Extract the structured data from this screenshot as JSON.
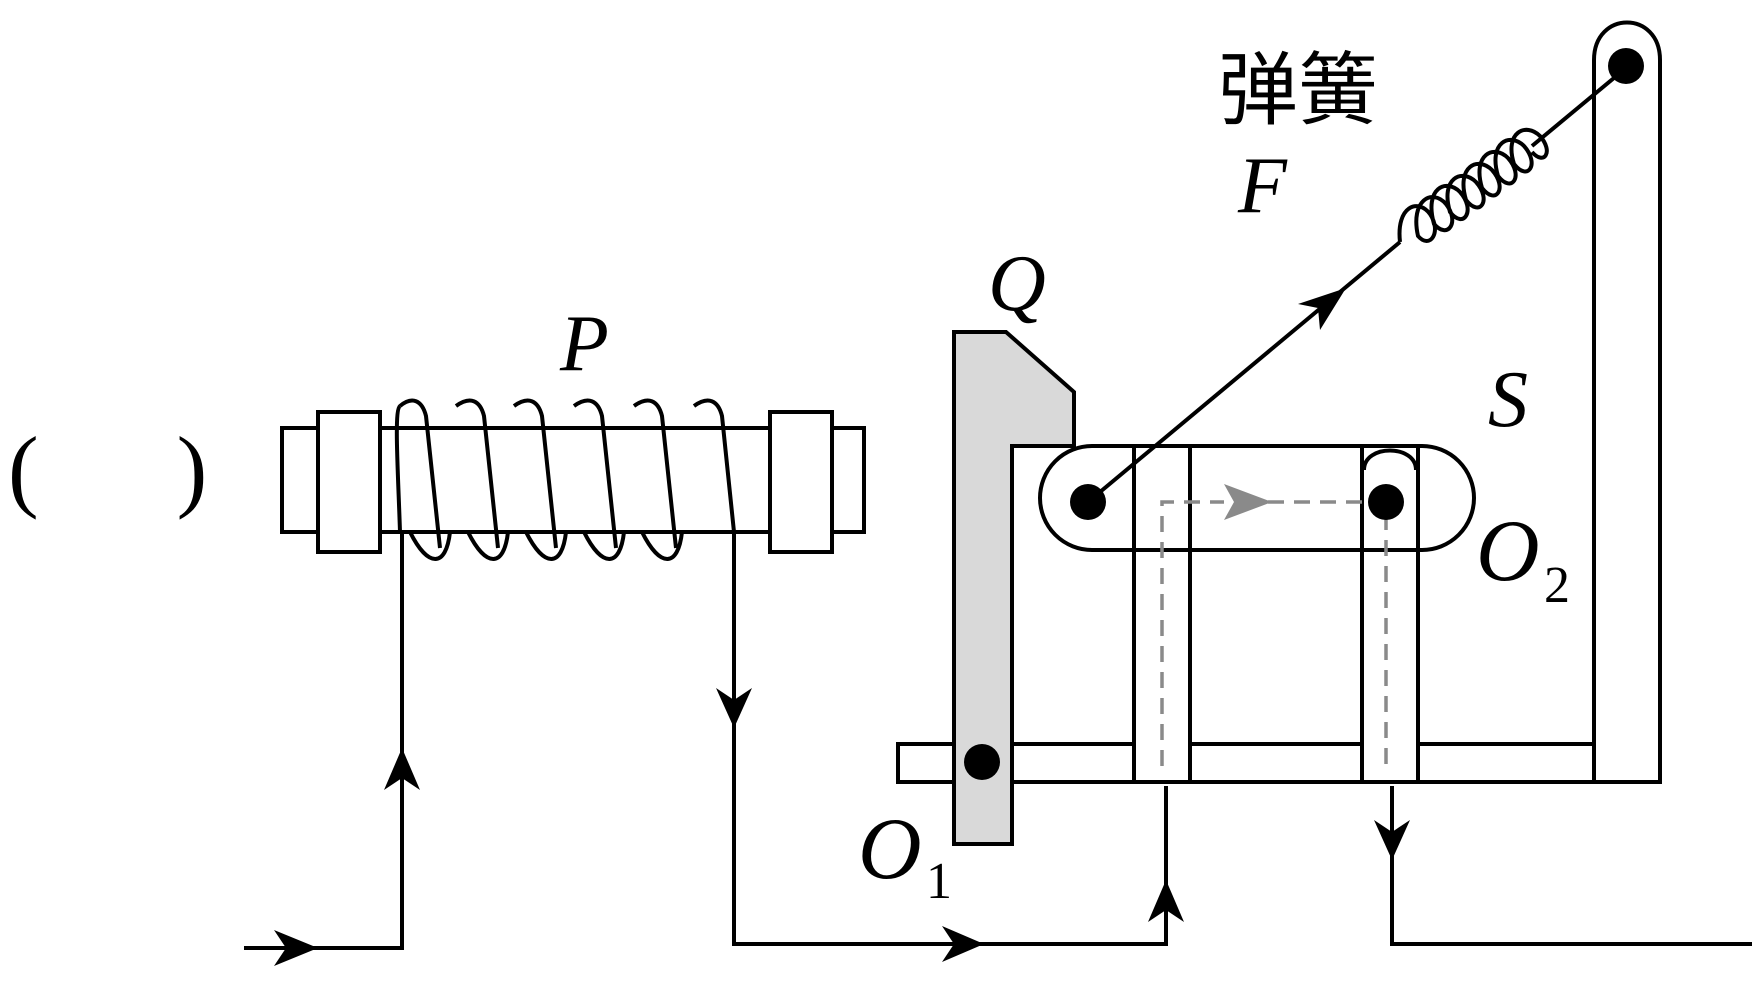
{
  "labels": {
    "paren": "(      )",
    "spring_cn": "弹簧",
    "force": "F",
    "lever": "Q",
    "core": "P",
    "switch": "S",
    "pivot1_letter": "O",
    "pivot1_sub": "1",
    "pivot2_letter": "O",
    "pivot2_sub": "2"
  },
  "colors": {
    "line": "#000000",
    "lever_fill": "#d9d9d9",
    "dashed_path": "#8a8a8a",
    "background": "#ffffff"
  }
}
